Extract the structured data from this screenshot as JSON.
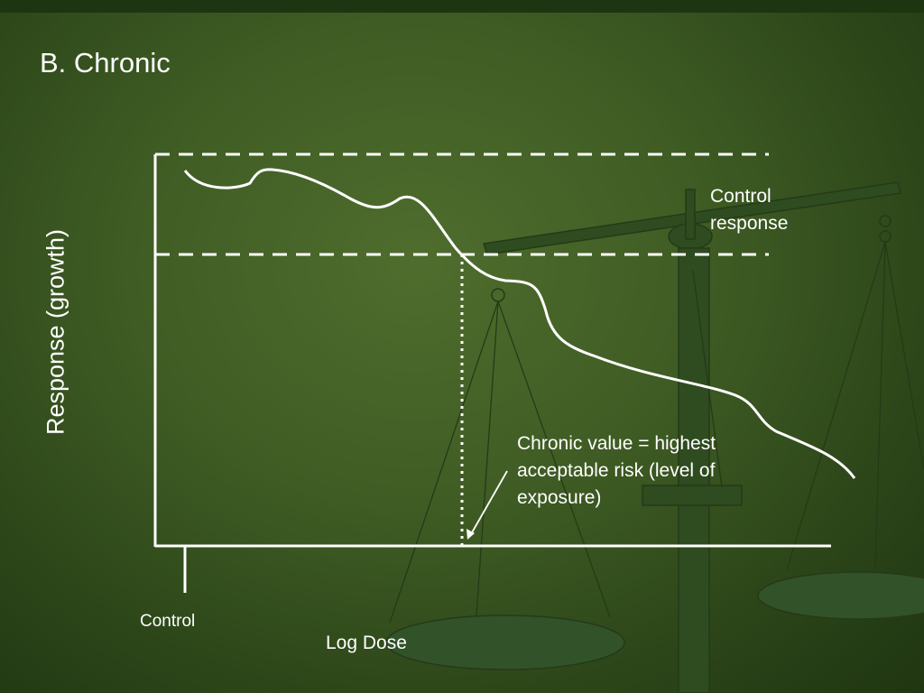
{
  "title": "B. Chronic",
  "axes": {
    "y_label": "Response (growth)",
    "x_label": "Log Dose",
    "x_origin_label": "Control"
  },
  "annotations": {
    "control_response": "Control response",
    "chronic_value": "Chronic value = highest acceptable risk (level of exposure)"
  },
  "colors": {
    "background": "#3f5c24",
    "line": "#ffffff",
    "scale_art": "#2e4a1f"
  }
}
